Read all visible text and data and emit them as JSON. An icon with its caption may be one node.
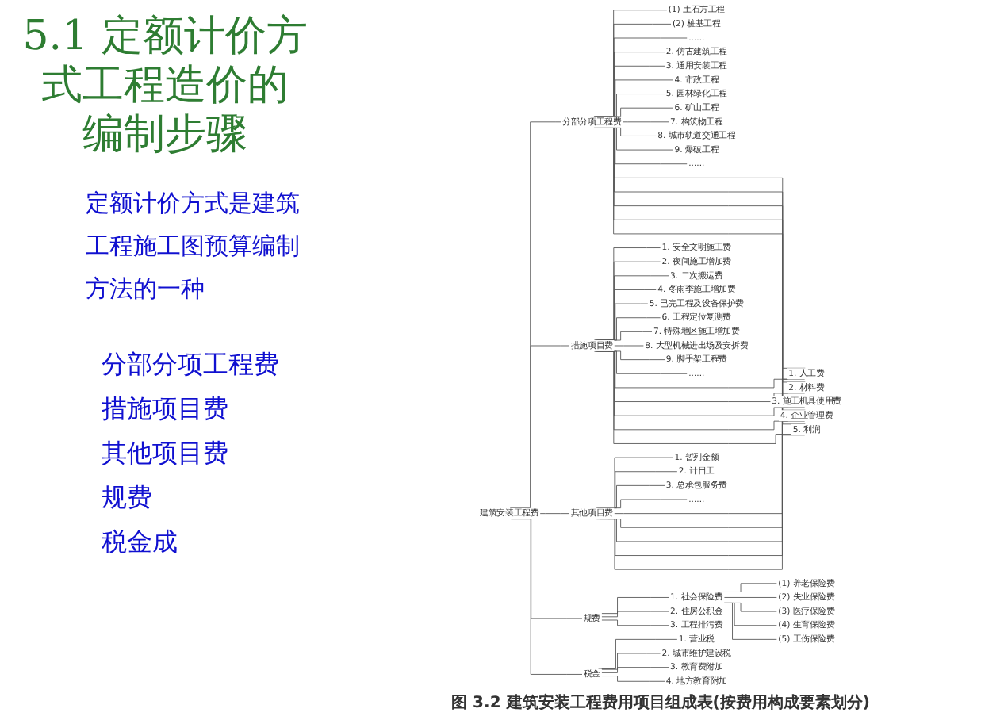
{
  "diagram": {
    "title": "5.1 定额计价方式工程造价的编制步骤",
    "caption": "图 3.2 建筑安装工程费用项目组成表(按费用构成要素划分)",
    "nodes": [
      {
        "text": [
          "建筑安装工程费"
        ]
      },
      {
        "text": [
          "分部分项工程费"
        ]
      },
      {
        "text": [
          "(1) 土石方工程"
        ]
      },
      {
        "text": [
          "(2) 桩基工程"
        ]
      },
      {
        "text": [
          "......"
        ]
      },
      {
        "text": [
          "2. 仿古建筑工程"
        ]
      },
      {
        "text": [
          "3. 通用安装工程"
        ]
      },
      {
        "text": [
          "4. 市政工程"
        ]
      },
      {
        "text": [
          "5. 园林绿化工程"
        ]
      },
      {
        "text": [
          "6. 矿山工程"
        ]
      },
      {
        "text": [
          "7. 构筑物工程"
        ]
      },
      {
        "text": [
          "8. 城市轨道交通工程"
        ]
      },
      {
        "text": [
          "9. 爆破工程"
        ]
      },
      {
        "text": [
          "......"
        ]
      },
      {
        "text": [
          "措施项目费"
        ]
      },
      {
        "text": [
          "1. 安全文明施工费"
        ]
      },
      {
        "text": [
          "2. 夜间施工增加费"
        ]
      },
      {
        "text": [
          "3. 二次搬运费"
        ]
      },
      {
        "text": [
          "4. 冬雨季施工增加费"
        ]
      },
      {
        "text": [
          "5. 已完工程及设备保护费"
        ]
      },
      {
        "text": [
          "6. 工程定位复测费"
        ]
      },
      {
        "text": [
          "7. 特殊地区施工增加费"
        ]
      },
      {
        "text": [
          "8. 大型机械进出场及安拆费"
        ]
      },
      {
        "text": [
          "9. 脚手架工程费"
        ]
      },
      {
        "text": [
          "......"
        ]
      },
      {
        "text": [
          "其他项目费"
        ]
      },
      {
        "text": [
          "1. 暂列金额"
        ]
      },
      {
        "text": [
          "2. 计日工"
        ]
      },
      {
        "text": [
          "3. 总承包服务费"
        ]
      },
      {
        "text": [
          "......"
        ]
      },
      {
        "text": [
          "规费"
        ]
      },
      {
        "text": [
          "1. 社会保险费"
        ]
      },
      {
        "text": [
          "(1) 养老保险费"
        ]
      },
      {
        "text": [
          "(2) 失业保险费"
        ]
      },
      {
        "text": [
          "(3) 医疗保险费"
        ]
      },
      {
        "text": [
          "(4) 生育保险费"
        ]
      },
      {
        "text": [
          "(5) 工伤保险费"
        ]
      },
      {
        "text": [
          "2. 住房公积金"
        ]
      },
      {
        "text": [
          "3. 工程排污费"
        ]
      },
      {
        "text": [
          "税金"
        ]
      },
      {
        "text": [
          "1. 营业税"
        ]
      },
      {
        "text": [
          "2. 城市维护建设税"
        ]
      },
      {
        "text": [
          "3. 教育费附加"
        ]
      },
      {
        "text": [
          "4. 地方教育附加"
        ]
      },
      {
        "text": [
          "1. 人工费"
        ]
      },
      {
        "text": [
          "2. 材料费"
        ]
      },
      {
        "text": [
          "3. 施工机具使用费"
        ]
      },
      {
        "text": [
          "4. 企业管理费"
        ]
      },
      {
        "text": [
          "5. 利润"
        ]
      }
    ],
    "edges": [
      {
        "from": 0,
        "to": 1,
        "arrow": "none"
      },
      {
        "from": 0,
        "to": 14,
        "arrow": "none"
      },
      {
        "from": 0,
        "to": 25,
        "arrow": "none"
      },
      {
        "from": 0,
        "to": 30,
        "arrow": "none"
      },
      {
        "from": 0,
        "to": 39,
        "arrow": "none"
      },
      {
        "from": 1,
        "to": 2,
        "arrow": "none"
      },
      {
        "from": 1,
        "to": 3,
        "arrow": "none"
      },
      {
        "from": 1,
        "to": 4,
        "arrow": "none"
      },
      {
        "from": 1,
        "to": 5,
        "arrow": "none"
      },
      {
        "from": 1,
        "to": 6,
        "arrow": "none"
      },
      {
        "from": 1,
        "to": 7,
        "arrow": "none"
      },
      {
        "from": 1,
        "to": 8,
        "arrow": "none"
      },
      {
        "from": 1,
        "to": 9,
        "arrow": "none"
      },
      {
        "from": 1,
        "to": 10,
        "arrow": "none"
      },
      {
        "from": 1,
        "to": 11,
        "arrow": "none"
      },
      {
        "from": 1,
        "to": 12,
        "arrow": "none"
      },
      {
        "from": 1,
        "to": 13,
        "arrow": "none"
      },
      {
        "from": 14,
        "to": 15,
        "arrow": "none"
      },
      {
        "from": 14,
        "to": 16,
        "arrow": "none"
      },
      {
        "from": 14,
        "to": 17,
        "arrow": "none"
      },
      {
        "from": 14,
        "to": 18,
        "arrow": "none"
      },
      {
        "from": 14,
        "to": 19,
        "arrow": "none"
      },
      {
        "from": 14,
        "to": 20,
        "arrow": "none"
      },
      {
        "from": 14,
        "to": 21,
        "arrow": "none"
      },
      {
        "from": 14,
        "to": 22,
        "arrow": "none"
      },
      {
        "from": 14,
        "to": 23,
        "arrow": "none"
      },
      {
        "from": 14,
        "to": 24,
        "arrow": "none"
      },
      {
        "from": 25,
        "to": 26,
        "arrow": "none"
      },
      {
        "from": 25,
        "to": 27,
        "arrow": "none"
      },
      {
        "from": 25,
        "to": 28,
        "arrow": "none"
      },
      {
        "from": 25,
        "to": 29,
        "arrow": "none"
      },
      {
        "from": 30,
        "to": 31,
        "arrow": "none"
      },
      {
        "from": 30,
        "to": 37,
        "arrow": "none"
      },
      {
        "from": 30,
        "to": 38,
        "arrow": "none"
      },
      {
        "from": 31,
        "to": 32,
        "arrow": "none"
      },
      {
        "from": 31,
        "to": 33,
        "arrow": "none"
      },
      {
        "from": 31,
        "to": 34,
        "arrow": "none"
      },
      {
        "from": 31,
        "to": 35,
        "arrow": "none"
      },
      {
        "from": 31,
        "to": 36,
        "arrow": "none"
      },
      {
        "from": 39,
        "to": 40,
        "arrow": "none"
      },
      {
        "from": 39,
        "to": 41,
        "arrow": "none"
      },
      {
        "from": 39,
        "to": 42,
        "arrow": "none"
      },
      {
        "from": 39,
        "to": 43,
        "arrow": "none"
      },
      {
        "from": 1,
        "to": 44,
        "arrow": "none"
      },
      {
        "from": 1,
        "to": 45,
        "arrow": "none"
      },
      {
        "from": 1,
        "to": 46,
        "arrow": "none"
      },
      {
        "from": 1,
        "to": 47,
        "arrow": "none"
      },
      {
        "from": 1,
        "to": 48,
        "arrow": "none"
      },
      {
        "from": 14,
        "to": 44,
        "arrow": "none"
      },
      {
        "from": 14,
        "to": 45,
        "arrow": "none"
      },
      {
        "from": 14,
        "to": 46,
        "arrow": "none"
      },
      {
        "from": 14,
        "to": 47,
        "arrow": "none"
      },
      {
        "from": 14,
        "to": 48,
        "arrow": "none"
      },
      {
        "from": 25,
        "to": 44,
        "arrow": "none"
      },
      {
        "from": 25,
        "to": 45,
        "arrow": "none"
      },
      {
        "from": 25,
        "to": 46,
        "arrow": "none"
      },
      {
        "from": 25,
        "to": 47,
        "arrow": "none"
      },
      {
        "from": 25,
        "to": 48,
        "arrow": "none"
      }
    ],
    "labels": [
      "定额计价方式是建筑工程施工图预算编制方法的一种",
      "分部分项工程费",
      "措施项目费",
      "其他项目费",
      "规费",
      "税金成"
    ]
  }
}
